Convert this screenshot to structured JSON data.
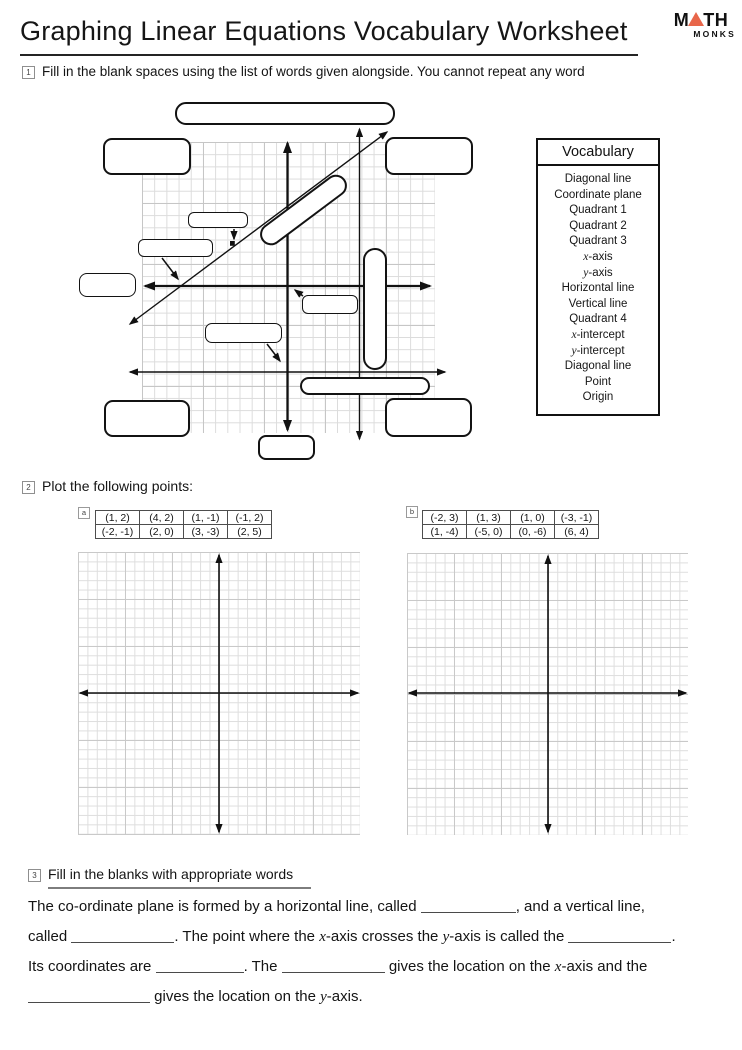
{
  "header": {
    "title": "Graphing Linear Equations Vocabulary Worksheet",
    "logo": {
      "math_m": "M",
      "math_th": "TH",
      "monks": "MONKS",
      "triangle_color": "#E8664A"
    }
  },
  "sections": {
    "one": {
      "number": "1",
      "instruction": "Fill in the blank spaces using the list of words given alongside. You cannot repeat any word"
    },
    "two": {
      "number": "2",
      "instruction": "Plot the following points:"
    },
    "three": {
      "number": "3",
      "instruction": "Fill in the blanks with appropriate words"
    }
  },
  "vocabulary": {
    "title": "Vocabulary",
    "items": [
      "Diagonal line",
      "Coordinate plane",
      "Quadrant 1",
      "Quadrant 2",
      "Quadrant 3",
      "x-axis",
      "y-axis",
      "Horizontal line",
      "Vertical line",
      "Quadrant 4",
      "x-intercept",
      "y-intercept",
      "Diagonal line",
      "Point",
      "Origin"
    ]
  },
  "point_tables": [
    {
      "label": "a",
      "rows": [
        [
          "(1, 2)",
          "(4, 2)",
          "(1, -1)",
          "(-1, 2)"
        ],
        [
          "(-2, -1)",
          "(2, 0)",
          "(3, -3)",
          "(2, 5)"
        ]
      ]
    },
    {
      "label": "b",
      "rows": [
        [
          "(-2, 3)",
          "(1, 3)",
          "(1, 0)",
          "(-3, -1)"
        ],
        [
          "(1, -4)",
          "(-5, 0)",
          "(0, -6)",
          "(6, 4)"
        ]
      ]
    }
  ],
  "fill_paragraph": {
    "lines": [
      [
        {
          "t": "The co-ordinate plane is formed by a horizontal line, called "
        },
        {
          "b": 95
        },
        {
          "t": ", and a vertical line,"
        }
      ],
      [
        {
          "t": "called "
        },
        {
          "b": 103
        },
        {
          "t": ". The point where the "
        },
        {
          "i": "x"
        },
        {
          "t": "-axis crosses the "
        },
        {
          "i": "y"
        },
        {
          "t": "-axis is called the "
        },
        {
          "b": 103
        },
        {
          "t": "."
        }
      ],
      [
        {
          "t": "Its coordinates are "
        },
        {
          "b": 88
        },
        {
          "t": ". The "
        },
        {
          "b": 103
        },
        {
          "t": " gives the location on the "
        },
        {
          "i": "x"
        },
        {
          "t": "-axis and the"
        }
      ],
      [
        {
          "b": 122
        },
        {
          "t": " gives the location on the "
        },
        {
          "i": "y"
        },
        {
          "t": "-axis."
        }
      ]
    ]
  },
  "colors": {
    "accent": "#E8664A",
    "grid_line": "#dcdcdc",
    "axis": "#1a1a1a"
  }
}
